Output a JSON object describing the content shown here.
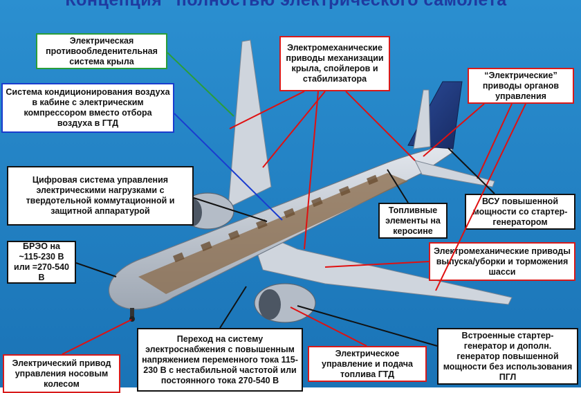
{
  "title": "Концепция “полностью электрического самолета”",
  "labels": {
    "wing_anti_ice": "Электрическая противообледенительная система крыла",
    "air_conditioning": "Система кондиционирования воздуха в кабине с электрическим компрессором вместо отбора воздуха в ГТД",
    "digital_load_control": "Цифровая система управления электрическими нагрузками с твердотельной коммутационной и защитной аппаратурой",
    "avionics": "БРЭО на ~115-230 В или =270-540 В",
    "nose_gear_steering": "Электрический привод управления носовым колесом",
    "high_voltage_transition": "Переход на систему электроснабжения с повышенным напряжением переменного тока 115-230 В с нестабильной частотой или постоянного тока 270-540 В",
    "fuel_control": "Электрическое управление и подача топлива ГТД",
    "mech_actuators_wing": "Электромеханические приводы механизации крыла, спойлеров и стабилизатора",
    "flight_control_actuators": "“Электрические” приводы органов управления",
    "fuel_cells": "Топливные элементы на керосине",
    "apu": "ВСУ повышенной мощности со стартер-генератором",
    "landing_gear_actuators": "Электромеханические приводы выпуска/уборки и торможения шасси",
    "starter_generator": "Встроенные стартер-генератор и дополн. генератор повышенной мощности без использования ПГЛ"
  },
  "colors": {
    "background": "#1e7fc2",
    "title": "#1f3aa0",
    "fuselage": "#c5cbd3",
    "tail": "#213a7e",
    "box_green": "#2a9d3a",
    "box_blue": "#1a3ccf",
    "box_red": "#d81a1a",
    "box_black": "#111111",
    "leader_red": "#e01010"
  }
}
